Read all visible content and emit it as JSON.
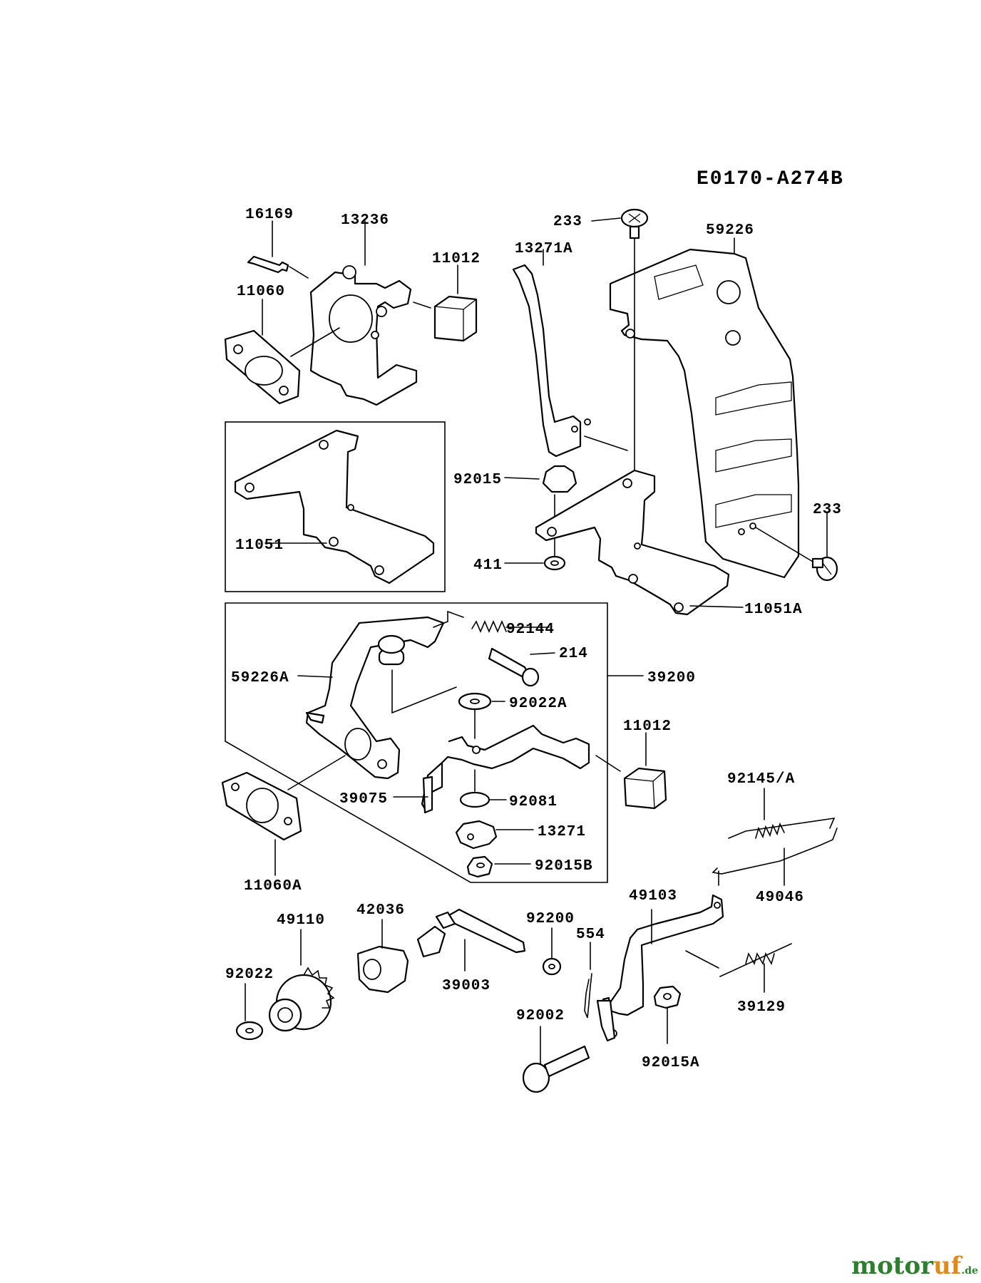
{
  "diagram_code": "E0170-A274B",
  "labels": {
    "p16169": "16169",
    "p13236": "13236",
    "p11012_top": "11012",
    "p11060": "11060",
    "p13271A": "13271A",
    "p233_top": "233",
    "p59226": "59226",
    "p92015": "92015",
    "p11051": "11051",
    "p411": "411",
    "p233_right": "233",
    "p11051A": "11051A",
    "p92144": "92144",
    "p214": "214",
    "p59226A": "59226A",
    "p39200": "39200",
    "p92022A": "92022A",
    "p11012_mid": "11012",
    "p39075": "39075",
    "p92081": "92081",
    "p13271": "13271",
    "p92015B": "92015B",
    "p11060A": "11060A",
    "p92145A": "92145/A",
    "p49046": "49046",
    "p49103": "49103",
    "p42036": "42036",
    "p49110": "49110",
    "p92200": "92200",
    "p554": "554",
    "p39003": "39003",
    "p92022": "92022",
    "p92002": "92002",
    "p39129": "39129",
    "p92015A": "92015A"
  },
  "watermark": {
    "part1": "motor",
    "part2": "uf",
    "part3": ".de"
  }
}
